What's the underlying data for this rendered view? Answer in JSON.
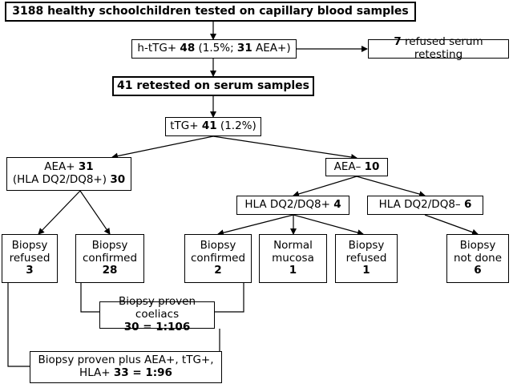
{
  "screened": {
    "text": "3188 healthy schoolchildren tested on capillary blood samples"
  },
  "htg": {
    "pre": "h-tTG+ ",
    "n": "48",
    "mid": " (1.5%; ",
    "n2": "31",
    "post": " AEA+)"
  },
  "refused_serum": {
    "n": "7",
    "text": " refused serum retesting"
  },
  "retested": {
    "text": "41 retested on serum samples"
  },
  "ttg": {
    "pre": "tTG+ ",
    "n": "41",
    "post": " (1.2%)"
  },
  "aea_pos": {
    "line1_pre": "AEA+ ",
    "line1_n": "31",
    "line2_pre": "(HLA DQ2/DQ8+) ",
    "line2_n": "30"
  },
  "aea_neg": {
    "pre": "AEA– ",
    "n": "10"
  },
  "hla_pos": {
    "pre": "HLA DQ2/DQ8+ ",
    "n": "4"
  },
  "hla_neg": {
    "pre": "HLA DQ2/DQ8– ",
    "n": "6"
  },
  "leaves": [
    {
      "l1": "Biopsy",
      "l2": "refused",
      "n": "3"
    },
    {
      "l1": "Biopsy",
      "l2": "confirmed",
      "n": "28"
    },
    {
      "l1": "Biopsy",
      "l2": "confirmed",
      "n": "2"
    },
    {
      "l1": "Normal",
      "l2": "mucosa",
      "n": "1"
    },
    {
      "l1": "Biopsy",
      "l2": "refused",
      "n": "1"
    },
    {
      "l1": "Biopsy",
      "l2": "not done",
      "n": "6"
    }
  ],
  "proven": {
    "l1": "Biopsy proven coeliacs",
    "l2": "30 = 1:106"
  },
  "proven_plus": {
    "l1": "Biopsy proven plus AEA+, tTG+,",
    "l2_pre": "HLA+ ",
    "l2_n": "33 = 1:96"
  }
}
